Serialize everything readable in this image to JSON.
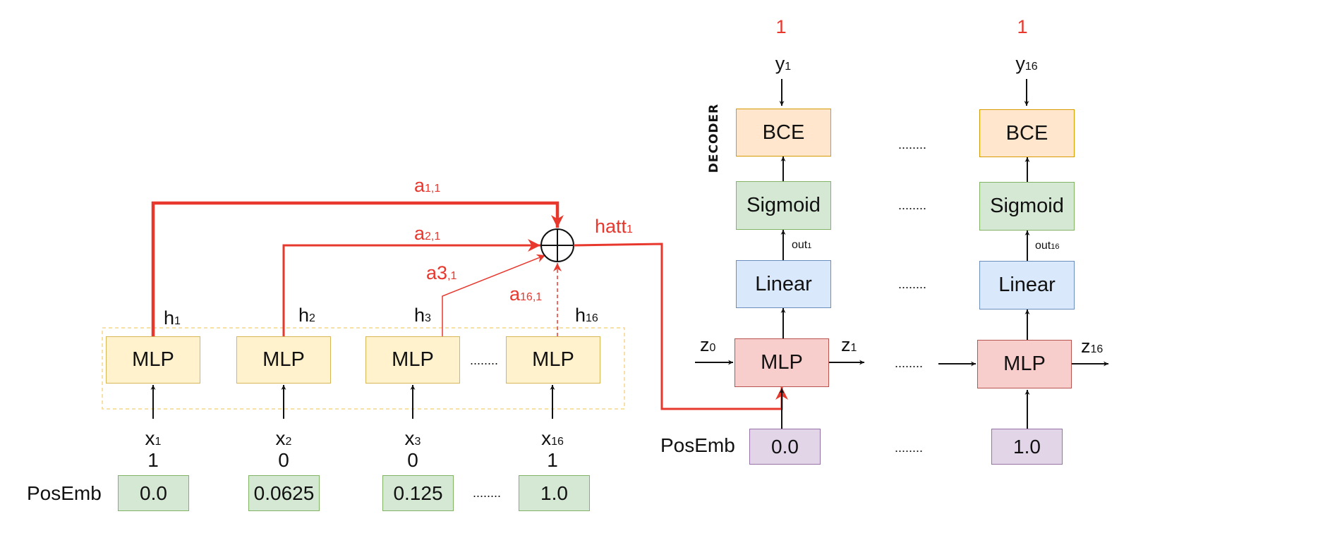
{
  "colors": {
    "attention_red": "#e8382e",
    "encoder_mlp_fill": "#fff2cc",
    "decoder_mlp_fill": "#f8cecc",
    "posemb_encoder_fill": "#d5e8d4",
    "posemb_decoder_fill": "#e1d5e7",
    "linear_fill": "#dae8fc",
    "sigmoid_fill": "#d5e8d4",
    "bce_fill": "#ffe6cc"
  },
  "encoder": {
    "mlp_label": "MLP",
    "posemb_label": "PosEmb",
    "ellipsis": "........",
    "columns": [
      {
        "h": "h",
        "h_sub": "1",
        "x": "x",
        "x_sub": "1",
        "value": "1",
        "pos": "0.0"
      },
      {
        "h": "h",
        "h_sub": "2",
        "x": "x",
        "x_sub": "2",
        "value": "0",
        "pos": "0.0625"
      },
      {
        "h": "h",
        "h_sub": "3",
        "x": "x",
        "x_sub": "3",
        "value": "0",
        "pos": "0.125"
      },
      {
        "h": "h",
        "h_sub": "16",
        "x": "x",
        "x_sub": "16",
        "value": "1",
        "pos": "1.0"
      }
    ]
  },
  "attention": {
    "a11": "a",
    "a11_sub": "1,1",
    "a21": "a",
    "a21_sub": "2,1",
    "a31": "a3",
    "a31_sub": ",1",
    "a161": "a",
    "a161_sub": "16,1",
    "hatt": "hatt",
    "hatt_sub": "1"
  },
  "decoder": {
    "title": "DECODER",
    "posemb_label": "PosEmb",
    "ellipsis": "........",
    "columns": [
      {
        "target": "1",
        "y": "y",
        "y_sub": "1",
        "bce": "BCE",
        "sigmoid": "Sigmoid",
        "out": "out",
        "out_sub": "1",
        "linear": "Linear",
        "mlp": "MLP",
        "z_in": "z",
        "z_in_sub": "0",
        "z_out": "z",
        "z_out_sub": "1",
        "pos": "0.0"
      },
      {
        "target": "1",
        "y": "y",
        "y_sub": "16",
        "bce": "BCE",
        "sigmoid": "Sigmoid",
        "out": "out",
        "out_sub": "16",
        "linear": "Linear",
        "mlp": "MLP",
        "z_out": "z",
        "z_out_sub": "16",
        "pos": "1.0"
      }
    ]
  }
}
